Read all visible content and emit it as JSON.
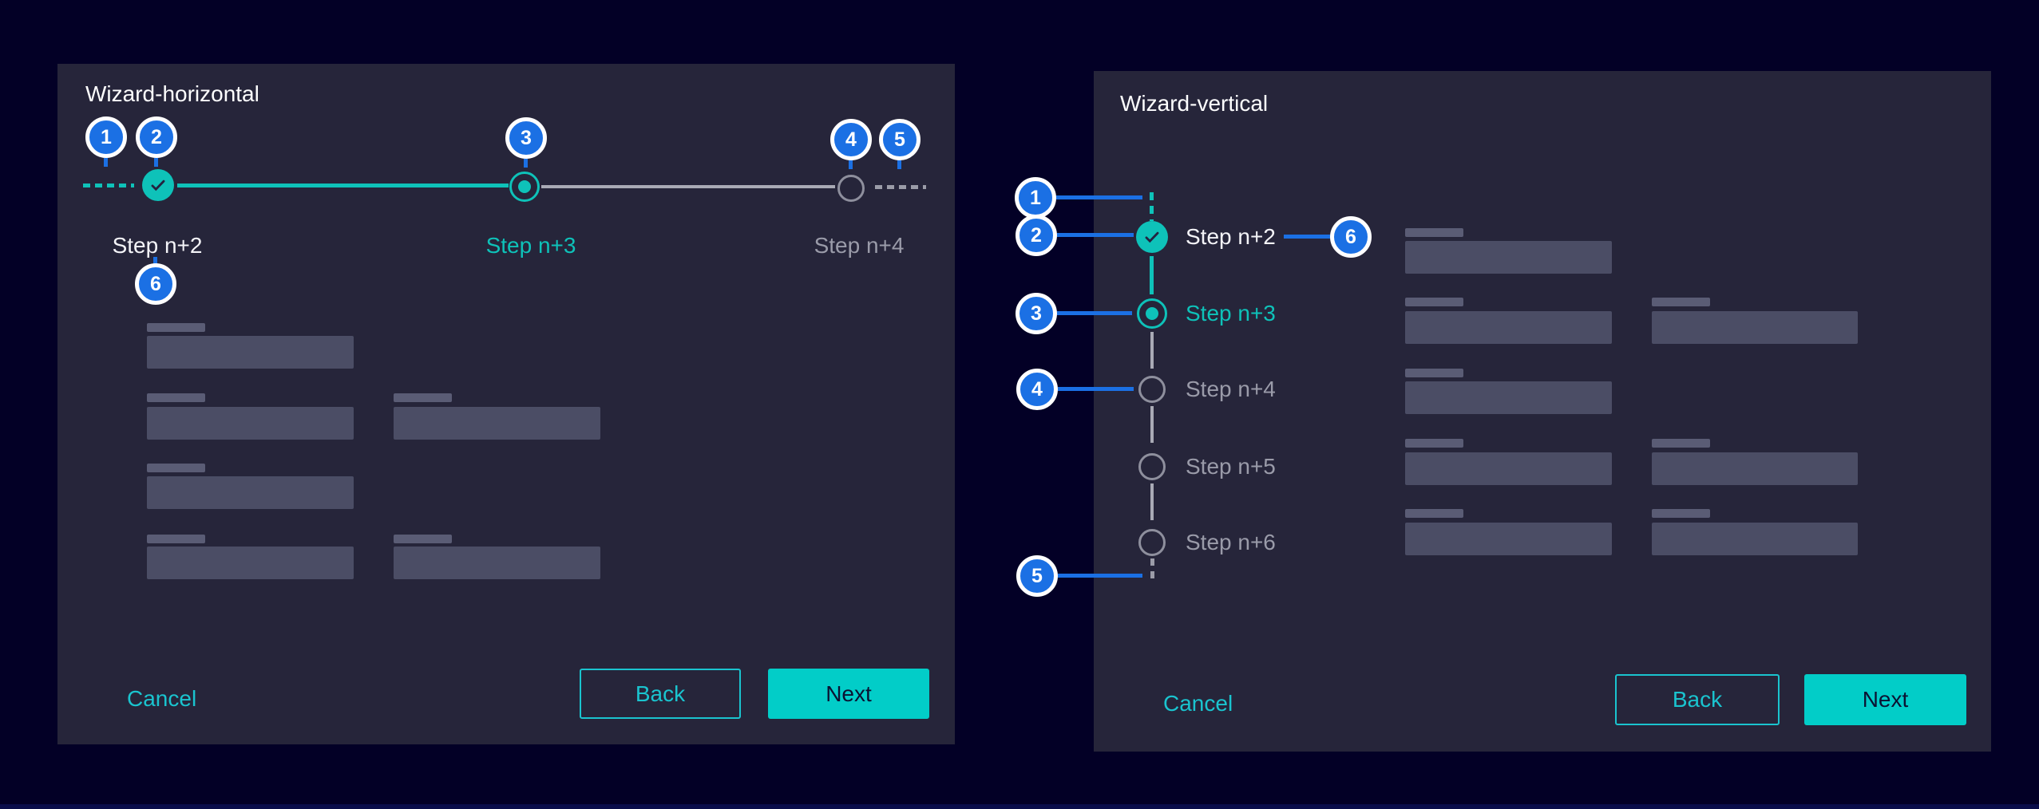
{
  "app": {
    "background_color": "#030026",
    "panel_color": "#26253a",
    "accent_teal": "#0ec2b9",
    "button_teal": "#02cdc8",
    "callout_blue": "#1b70e4"
  },
  "wizard_horizontal": {
    "title": "Wizard-horizontal",
    "callouts": [
      "1",
      "2",
      "3",
      "4",
      "5",
      "6"
    ],
    "steps": [
      {
        "label": "Step n+2",
        "state": "done"
      },
      {
        "label": "Step n+3",
        "state": "current"
      },
      {
        "label": "Step n+4",
        "state": "upcoming"
      }
    ],
    "buttons": {
      "cancel": "Cancel",
      "back": "Back",
      "next": "Next"
    }
  },
  "wizard_vertical": {
    "title": "Wizard-vertical",
    "callouts": [
      "1",
      "2",
      "3",
      "4",
      "5",
      "6"
    ],
    "steps": [
      {
        "label": "Step n+2",
        "state": "done"
      },
      {
        "label": "Step n+3",
        "state": "current"
      },
      {
        "label": "Step n+4",
        "state": "upcoming"
      },
      {
        "label": "Step n+5",
        "state": "upcoming"
      },
      {
        "label": "Step n+6",
        "state": "upcoming"
      }
    ],
    "buttons": {
      "cancel": "Cancel",
      "back": "Back",
      "next": "Next"
    }
  }
}
